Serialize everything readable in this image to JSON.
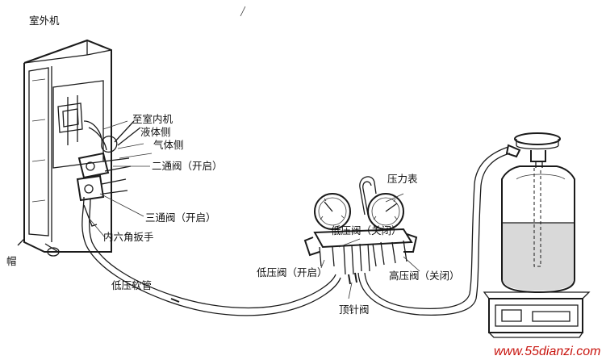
{
  "labels": {
    "outdoor_unit": "室外机",
    "to_indoor_unit": "至室内机",
    "liquid_side": "液体侧",
    "gas_side": "气体侧",
    "two_way_valve": "二通阀（开启）",
    "three_way_valve": "三通阀（开启）",
    "hex_wrench": "内六角扳手",
    "low_pressure_hose": "低压软管",
    "pressure_gauge": "压力表",
    "low_valve_closed": "低压阀（关闭）",
    "low_valve_open": "低压阀（开启）",
    "high_valve_closed": "高压阀（关闭）",
    "thimble_valve": "顶针阀",
    "cut_off_char": "帽",
    "watermark": "www.55dianzi.com"
  },
  "colors": {
    "line": "#1a1a1a",
    "watermark": "#c8140e",
    "liquid": "#d9d9d9"
  }
}
